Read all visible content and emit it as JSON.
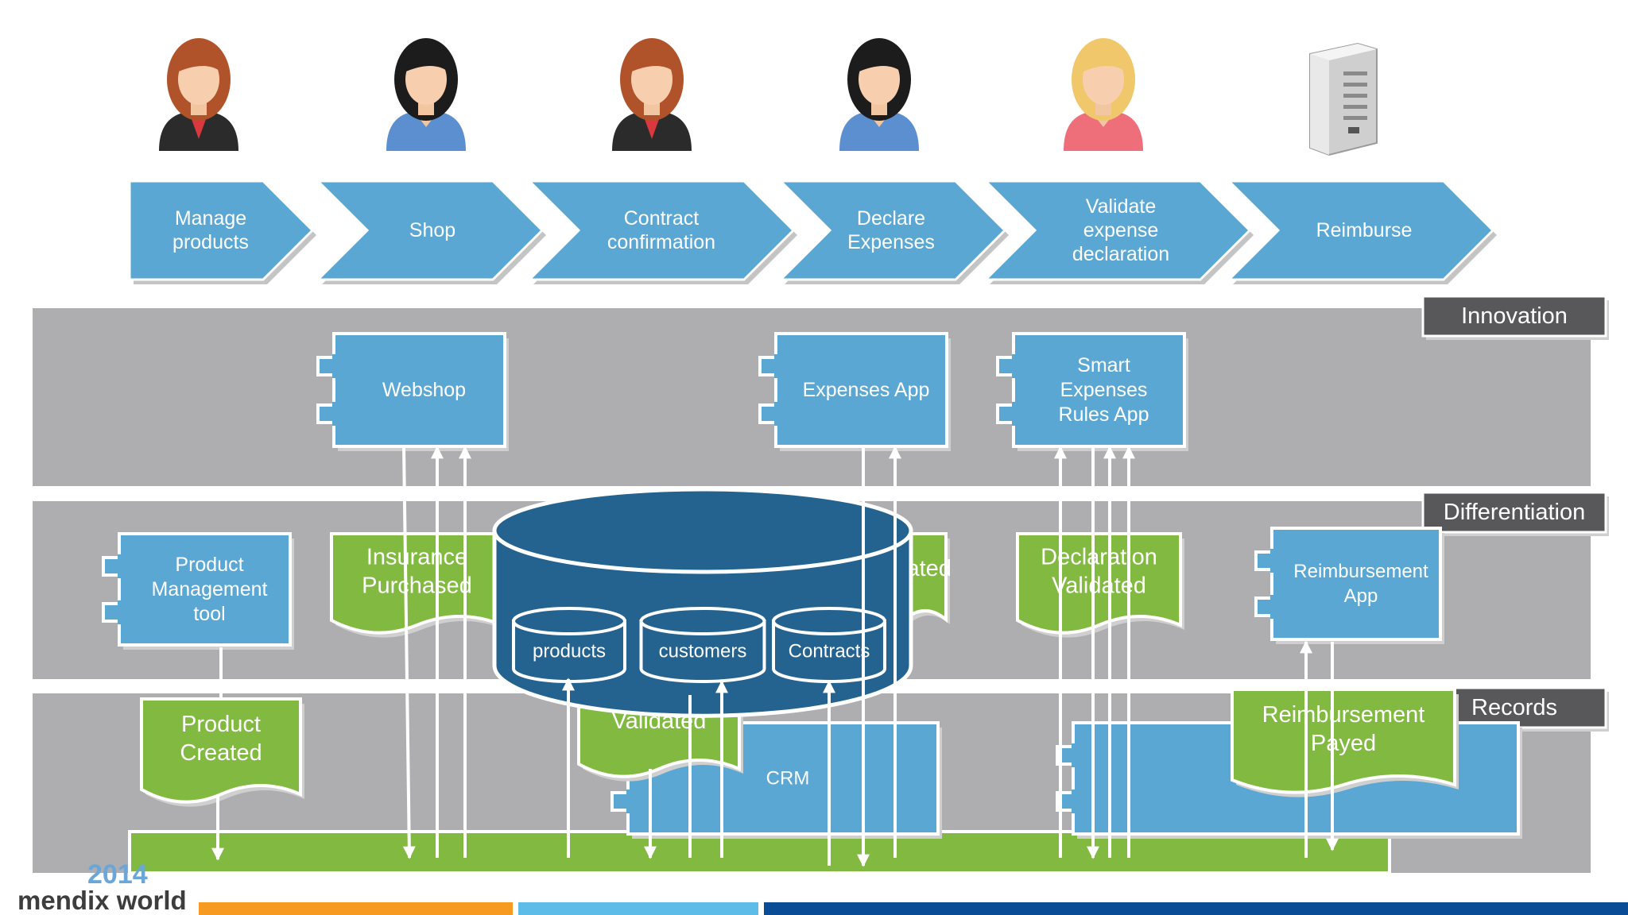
{
  "process_steps": [
    {
      "lines": [
        "Manage",
        "products"
      ]
    },
    {
      "lines": [
        "Shop"
      ]
    },
    {
      "lines": [
        "Contract",
        "confirmation"
      ]
    },
    {
      "lines": [
        "Declare",
        "Expenses"
      ]
    },
    {
      "lines": [
        "Validate",
        "expense",
        "declaration"
      ]
    },
    {
      "lines": [
        "Reimburse"
      ]
    }
  ],
  "actors": [
    {
      "icon": "redhead-businesswoman-icon"
    },
    {
      "icon": "dark-hair-woman-icon"
    },
    {
      "icon": "redhead-businesswoman-icon"
    },
    {
      "icon": "dark-hair-woman-icon"
    },
    {
      "icon": "blonde-woman-icon"
    },
    {
      "icon": "server-icon"
    }
  ],
  "layers": {
    "innovation": "Innovation",
    "differentiation": "Differentiation",
    "records": "Records"
  },
  "apps": {
    "webshop": [
      "Webshop"
    ],
    "expenses_app": [
      "Expenses App"
    ],
    "smart_expenses": [
      "Smart",
      "Expenses",
      "Rules App"
    ],
    "product_mgmt": [
      "Product",
      "Management",
      "tool"
    ],
    "reimbursement_app": [
      "Reimbursement",
      "App"
    ],
    "crm": [
      "CRM"
    ]
  },
  "events": {
    "insurance_purchased": [
      "Insurance",
      "Purchased"
    ],
    "declaration_validated": [
      "Declaration",
      "Validated"
    ],
    "product_created": [
      "Product",
      "Created"
    ],
    "validated": [
      "Validated"
    ],
    "reimbursement_payed": [
      "Reimbursement",
      "Payed"
    ]
  },
  "database": {
    "tables": [
      "products",
      "customers",
      "Contracts"
    ]
  },
  "footer": {
    "logo_year": "2014",
    "logo_name": "mendix world"
  },
  "colors": {
    "blue": "#5aa7d4",
    "green": "#82b940",
    "db": "#24628f",
    "layer": "#aeaeb0",
    "label": "#58585b",
    "orange": "#f79a21",
    "light_blue": "#5dbde8",
    "navy": "#0a4c96"
  }
}
